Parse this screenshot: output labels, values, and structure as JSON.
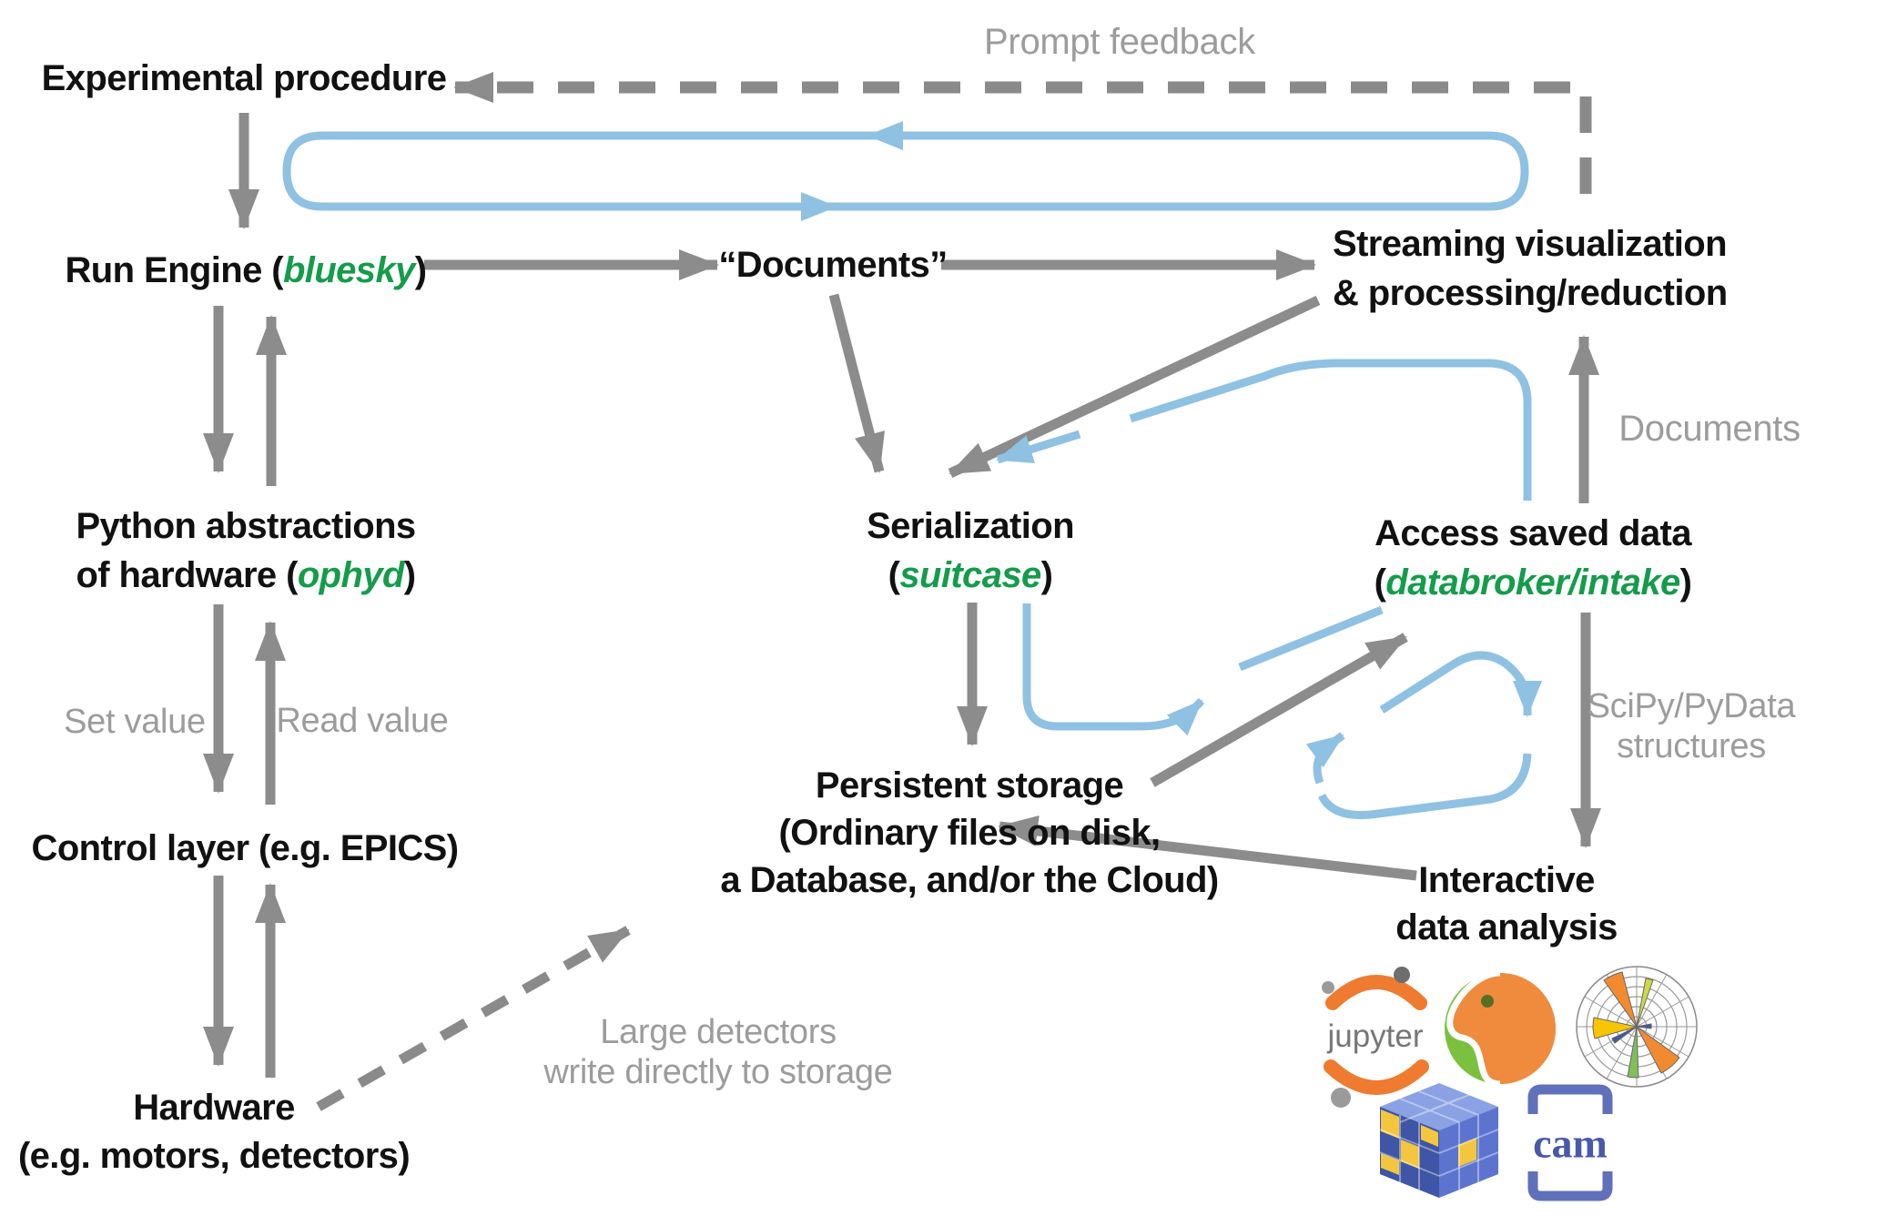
{
  "palette": {
    "text_black": "#111111",
    "package_green": "#149c4b",
    "arrow_gray": "#8c8c8c",
    "label_gray": "#9c9c9c",
    "loop_blue": "#8fc1e3",
    "jupyter_orange": "#ee7b30",
    "scipy_green": "#7cc03f",
    "scipy_orange": "#f08b3e",
    "numpy_blue": "#4a5fb5",
    "numpy_yellow": "#f4c63e",
    "cam_blue": "#6070ba"
  },
  "nodes": {
    "experimental_procedure": {
      "label": "Experimental procedure"
    },
    "run_engine": {
      "prefix": "Run Engine (",
      "package": "bluesky",
      "suffix": ")"
    },
    "documents": {
      "label": "“Documents”"
    },
    "streaming": {
      "line1": "Streaming visualization",
      "line2": "& processing/reduction"
    },
    "python_abstractions": {
      "line1": "Python abstractions",
      "line2_prefix": "of hardware (",
      "package": "ophyd",
      "line2_suffix": ")"
    },
    "serialization": {
      "line1": "Serialization",
      "line2_prefix": "(",
      "package": "suitcase",
      "line2_suffix": ")"
    },
    "access_saved_data": {
      "line1": "Access saved data",
      "line2_prefix": "(",
      "package": "databroker/intake",
      "line2_suffix": ")"
    },
    "control_layer": {
      "label": "Control layer (e.g. EPICS)"
    },
    "persistent_storage": {
      "line1": "Persistent storage",
      "line2": "(Ordinary files on disk,",
      "line3": "a Database, and/or the Cloud)"
    },
    "interactive_analysis": {
      "line1": "Interactive",
      "line2": "data analysis"
    },
    "hardware": {
      "line1": "Hardware",
      "line2": "(e.g. motors, detectors)"
    }
  },
  "edge_labels": {
    "prompt_feedback": "Prompt feedback",
    "documents": "Documents",
    "set_value": "Set value",
    "read_value": "Read value",
    "scipy_line1": "SciPy/PyData",
    "scipy_line2": "structures",
    "large_detectors_line1": "Large detectors",
    "large_detectors_line2": "write directly to storage"
  },
  "logos": {
    "jupyter_text": "jupyter",
    "cam_text": "cam"
  }
}
